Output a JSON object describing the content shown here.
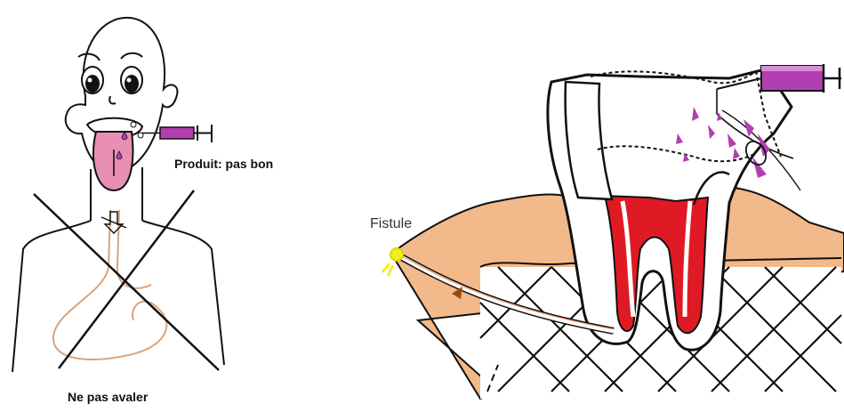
{
  "labels": {
    "product": "Produit: pas bon",
    "swallow": "Ne pas avaler",
    "fistula": "Fistule"
  },
  "colors": {
    "skin": "#f2b98a",
    "tongue": "#e88fb3",
    "syringe": "#b23fb0",
    "pulp": "#e01a24",
    "esophagus": "#d9a37a",
    "fistula_tip": "#f0f020"
  },
  "icons": [
    "worried-face-icon",
    "syringe-icon",
    "cross-out-icon",
    "tooth-icon",
    "bone-grid-icon"
  ]
}
